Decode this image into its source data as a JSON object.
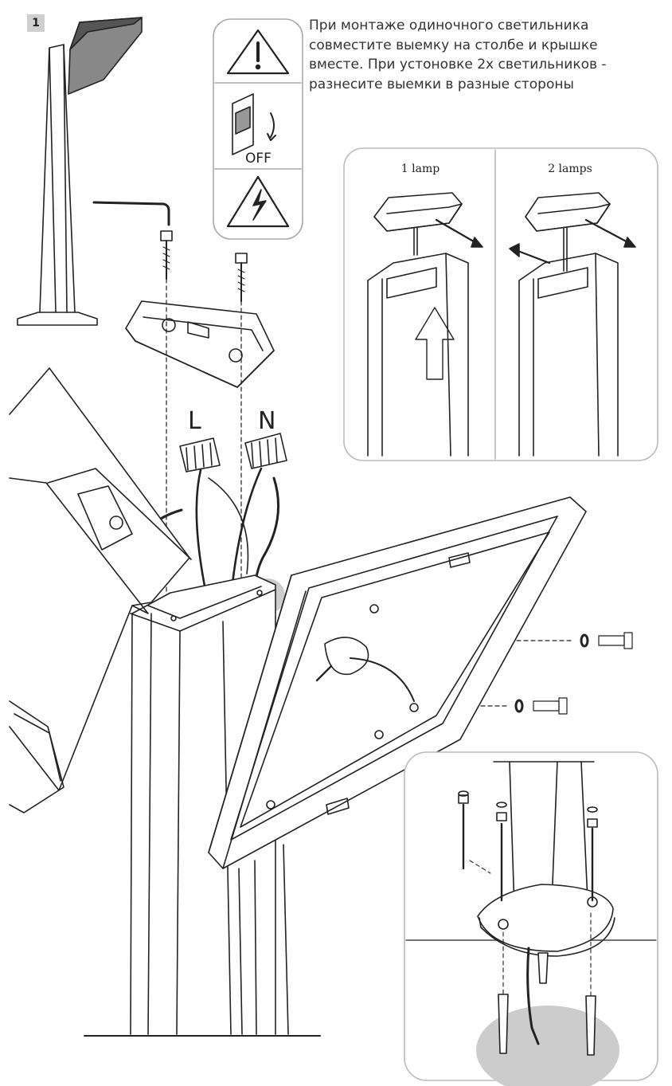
{
  "step_number": "1",
  "instructions": {
    "lines": [
      "При монтаже одиночного светильника",
      "совместите выемку на столбе и крышке",
      "вместе. При устоновке 2х светильников -",
      "разнесите выемки в разные стороны"
    ]
  },
  "safety_panel": {
    "off_label": "OFF",
    "icons": [
      "warning-triangle-icon",
      "power-switch-icon",
      "electrical-hazard-icon"
    ]
  },
  "wire_labels": {
    "live": "L",
    "neutral": "N"
  },
  "variants": {
    "one": "1 lamp",
    "two": "2 lamps"
  },
  "colors": {
    "line": "#222222",
    "panel_border": "#bbbbbb",
    "shade": "#cccccc",
    "badge": "#cfcfcf"
  }
}
